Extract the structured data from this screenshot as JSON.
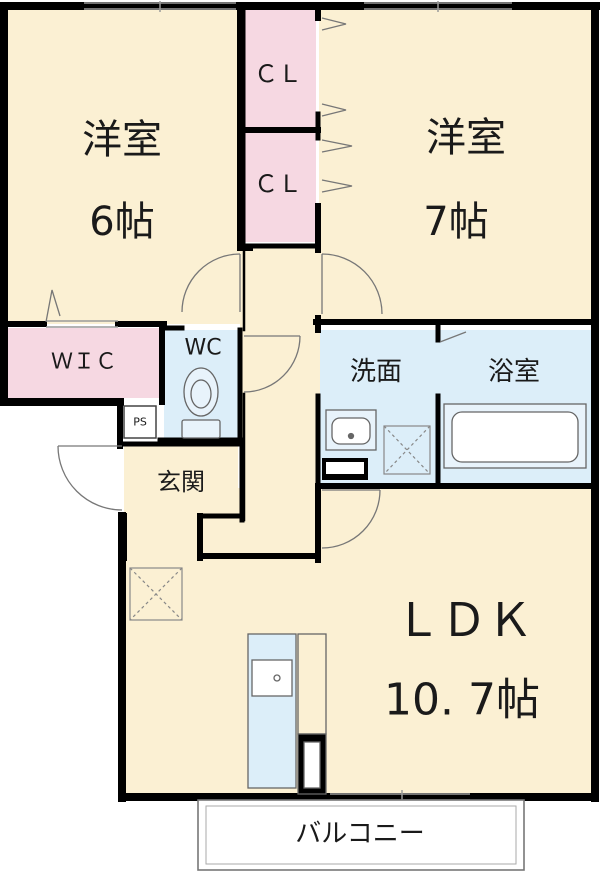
{
  "rooms": {
    "western_left": {
      "name": "洋室",
      "size": "6帖"
    },
    "western_right": {
      "name": "洋室",
      "size": "7帖"
    },
    "closet_top": "ＣＬ",
    "closet_bottom": "ＣＬ",
    "wic": "ＷＩＣ",
    "wc": "WC",
    "ps": "PS",
    "genkan": "玄関",
    "washroom": "洗面",
    "bath": "浴室",
    "ldk": {
      "name": "ＬＤＫ",
      "size": "10. 7帖"
    },
    "balcony": "バルコニー"
  },
  "colors": {
    "room_floor": "#fbf0d3",
    "closet": "#f6d8e2",
    "wet_area": "#dceef9",
    "wall": "#000000"
  }
}
